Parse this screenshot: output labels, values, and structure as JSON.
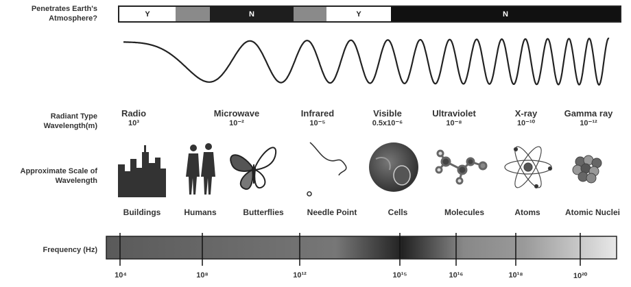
{
  "row_labels": {
    "penetrates": "Penetrates Earth's Atmosphere?",
    "radiant": "Radiant Type",
    "wavelength": "Wavelength(m)",
    "scale": "Approximate Scale of Wavelength",
    "frequency": "Frequency (Hz)"
  },
  "atmosphere_band": [
    {
      "label": "Y",
      "color": "#ffffff",
      "text_color": "#222222"
    },
    {
      "label": "",
      "color": "#8a8a8a",
      "text_color": "#ffffff"
    },
    {
      "label": "N",
      "color": "#1e1e1e",
      "text_color": "#ffffff"
    },
    {
      "label": "",
      "color": "#8a8a8a",
      "text_color": "#ffffff"
    },
    {
      "label": "Y",
      "color": "#ffffff",
      "text_color": "#222222"
    },
    {
      "label": "N",
      "color": "#111111",
      "text_color": "#ffffff"
    }
  ],
  "radiant_types": [
    {
      "name": "Radio",
      "wavelength": "10³"
    },
    {
      "name": "Microwave",
      "wavelength": "10⁻²"
    },
    {
      "name": "Infrared",
      "wavelength": "10⁻⁵"
    },
    {
      "name": "Visible",
      "wavelength": "0.5x10⁻⁶"
    },
    {
      "name": "Ultraviolet",
      "wavelength": "10⁻⁸"
    },
    {
      "name": "X-ray",
      "wavelength": "10⁻¹⁰"
    },
    {
      "name": "Gamma ray",
      "wavelength": "10⁻¹²"
    }
  ],
  "scale_objects": [
    "Buildings",
    "Humans",
    "Butterflies",
    "Needle Point",
    "Cells",
    "Molecules",
    "Atoms",
    "Atomic Nuclei"
  ],
  "frequency_ticks": [
    "10⁴",
    "10⁸",
    "10¹²",
    "10¹⁵",
    "10¹⁶",
    "10¹⁸",
    "10²⁰"
  ]
}
